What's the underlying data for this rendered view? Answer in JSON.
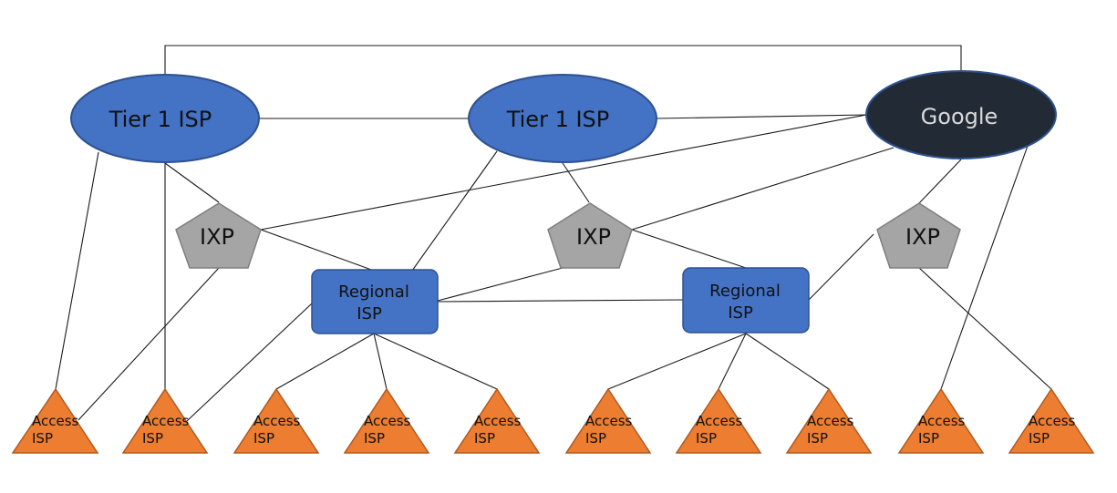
{
  "nodes": {
    "tier1_a": {
      "label": "Tier 1 ISP"
    },
    "tier1_b": {
      "label": "Tier 1 ISP"
    },
    "google": {
      "label": "Google"
    },
    "ixp_1": {
      "label": "IXP"
    },
    "ixp_2": {
      "label": "IXP"
    },
    "ixp_3": {
      "label": "IXP"
    },
    "regional_1": {
      "line1": "Regional",
      "line2": "ISP"
    },
    "regional_2": {
      "line1": "Regional",
      "line2": "ISP"
    },
    "access": [
      {
        "line1": "Access",
        "line2": "ISP"
      },
      {
        "line1": "Access",
        "line2": "ISP"
      },
      {
        "line1": "Access",
        "line2": "ISP"
      },
      {
        "line1": "Access",
        "line2": "ISP"
      },
      {
        "line1": "Access",
        "line2": "ISP"
      },
      {
        "line1": "Access",
        "line2": "ISP"
      },
      {
        "line1": "Access",
        "line2": "ISP"
      },
      {
        "line1": "Access",
        "line2": "ISP"
      },
      {
        "line1": "Access",
        "line2": "ISP"
      },
      {
        "line1": "Access",
        "line2": "ISP"
      }
    ]
  },
  "colors": {
    "tier1": "#4472c4",
    "google": "#222a35",
    "ixp": "#a5a5a5",
    "regional": "#4472c4",
    "access": "#ed7d31",
    "link": "#1a1a1a"
  }
}
